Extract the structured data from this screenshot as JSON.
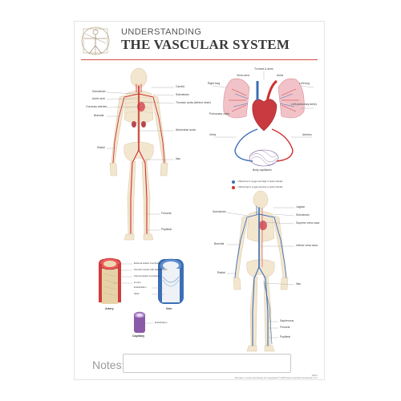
{
  "header": {
    "kicker": "UNDERSTANDING",
    "title": "THE VASCULAR SYSTEM"
  },
  "arterial_figure": {
    "labels": {
      "carotid": "Carotid",
      "subclavian_right": "Subclavian",
      "subclavian_left": "Subclavian",
      "aortic_arch": "Aortic arch",
      "thoracic_aorta": "Thoracic aorta (behind heart)",
      "coronary": "Coronary arteries",
      "brachial": "Brachial",
      "abdominal_aorta": "Abdominal aorta",
      "radial": "Radial",
      "iliac": "Iliac",
      "femoral": "Femoral",
      "popliteal": "Popliteal"
    }
  },
  "circulation_diagram": {
    "labels": {
      "to_head": "To head & arms",
      "left_lung": "Left lung",
      "right_lung": "Right lung",
      "pulmonary_veins": "Pulmonary veins",
      "pulmonary_artery": "Left pulmonary artery",
      "aorta": "Aorta",
      "vena_cava": "Vena cava",
      "vein": "Veins",
      "artery": "Arteries",
      "capillaries": "Body capillaries"
    },
    "legend": [
      {
        "text": "= Blood low in oxygen and high in carbon dioxide",
        "color": "#3b6fb6"
      },
      {
        "text": "= Blood high in oxygen and low in carbon dioxide",
        "color": "#cf2f2f"
      }
    ]
  },
  "venous_figure": {
    "labels": {
      "subclavian": "Subclavian",
      "jugular": "Jugular",
      "subclavian_right": "Subclavian",
      "superior_vena_cava": "Superior vena cava",
      "brachial": "Brachial",
      "inferior_vena_cava": "Inferior vena cava",
      "radial": "Radial",
      "iliac": "Iliac",
      "saphenous": "Saphenous",
      "femoral": "Femoral",
      "popliteal": "Popliteal"
    }
  },
  "vessels": {
    "labels": {
      "external": "External elastic membrane",
      "smooth_muscle": "Smooth muscle with elastic fibers",
      "internal": "Internal elastic membrane",
      "lumen": "Lumen",
      "endothelium": "Endothelium",
      "valve": "Valve",
      "endothelium2": "Endothelium"
    },
    "captions": {
      "artery": "Artery",
      "vein": "Vein",
      "capillary": "Capillary"
    }
  },
  "footer": {
    "notes_label": "Notes:",
    "code": "90016",
    "credit": "Illustration, content and design are copyrighted © 2009 Nasco Scientific International, LLC"
  },
  "colors": {
    "accent_rule": "#d24b44",
    "artery": "#cf2f2f",
    "vein": "#3b6fb6",
    "bone": "#efe6d3"
  }
}
